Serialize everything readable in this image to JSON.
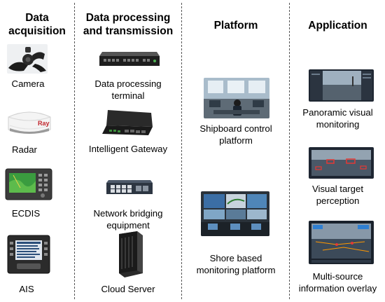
{
  "columns": [
    {
      "header": "Data\nacquisition",
      "items": [
        "Camera",
        "Radar",
        "ECDIS",
        "AIS"
      ]
    },
    {
      "header": "Data processing\nand transmission",
      "items": [
        "Data processing\nterminal",
        "Intelligent Gateway",
        "Network bridging\nequipment",
        "Cloud Server"
      ]
    },
    {
      "header": "Platform",
      "items": [
        "Shipboard control\nplatform",
        "Shore based\nmonitoring platform"
      ]
    },
    {
      "header": "Application",
      "items": [
        "Panoramic visual\nmonitoring",
        "Visual target\nperception",
        "Multi-source\ninformation overlay"
      ]
    }
  ],
  "radar_brand": "Ray",
  "colors": {
    "divider": "#555555",
    "text": "#000000",
    "device_dark": "#1e1e1e",
    "screen_green": "#3a9c3f",
    "screen_blue": "#2b4f7a"
  }
}
